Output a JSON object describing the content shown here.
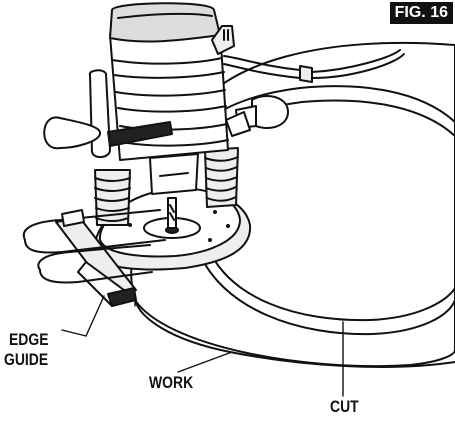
{
  "figure_label": "FIG. 16",
  "callouts": {
    "edge_guide_line1": "EDGE",
    "edge_guide_line2": "GUIDE",
    "work": "WORK",
    "cut": "CUT"
  }
}
